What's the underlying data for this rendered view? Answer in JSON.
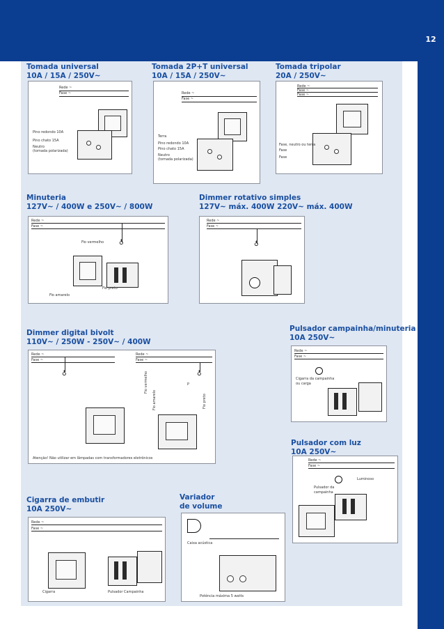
{
  "page": {
    "number": "12"
  },
  "sections": {
    "tomada_universal": {
      "title1": "Tomada universal",
      "title2": "10A / 15A / 250V~",
      "rede": "Rede ~",
      "fase": "Fase ~",
      "labels": [
        "Pino redondo 10A",
        "Pino chato 15A",
        "Neutro",
        "(tomada polarizada)"
      ]
    },
    "tomada_2pt": {
      "title1": "Tomada 2P+T universal",
      "title2": "10A / 15A / 250V~",
      "rede": "Rede ~",
      "fase": "Fase ~",
      "labels": [
        "Terra",
        "Pino redondo 10A",
        "Pino chato 15A",
        "Neutro",
        "(tomada polarizada)"
      ]
    },
    "tomada_tripolar": {
      "title1": "Tomada tripolar",
      "title2": "20A / 250V~",
      "rede": "Rede ~",
      "fase1": "Fase ~",
      "fase2": "Fase ~",
      "labels": [
        "Fase, neutro ou terra",
        "Fase",
        "Fase"
      ]
    },
    "minuteria": {
      "title1": "Minuteria",
      "title2": "127V~ / 400W e 250V~ / 800W",
      "rede": "Rede ~",
      "fase": "Fase ~",
      "labels": [
        "Fio vermelho",
        "Fio preto",
        "Fio amarelo"
      ]
    },
    "dimmer_rotativo": {
      "title1": "Dimmer rotativo simples",
      "title2": "127V~ máx. 400W 220V~ máx. 400W",
      "rede": "Rede ~",
      "fase": "Fase ~"
    },
    "dimmer_digital": {
      "title1": "Dimmer digital bivolt",
      "title2": "110V~ / 250W - 250V~ / 400W",
      "rede_a": "Rede ~",
      "fase_a": "Fase ~",
      "rede_b": "Rede ~",
      "fase_b": "Fase ~",
      "labels": [
        "Fio vermelho",
        "Fio amarelo",
        "Fio preto",
        "P"
      ],
      "note": "Atenção! Não utilizar em lâmpadas com transformadores eletrônicos"
    },
    "pulsador_campainha": {
      "title1": "Pulsador campainha/minuteria",
      "title2": "10A 250V~",
      "rede": "Rede ~",
      "fase": "Fase ~",
      "labels": [
        "Cigarra da campainha",
        "ou carga"
      ]
    },
    "pulsador_luz": {
      "title1": "Pulsador com luz",
      "title2": "10A 250V~",
      "rede": "Rede ~",
      "fase": "Fase ~",
      "labels": [
        "Luminoso",
        "Pulsador da",
        "campainha"
      ]
    },
    "cigarra": {
      "title1": "Cigarra de embutir",
      "title2": "10A 250V~",
      "rede": "Rede ~",
      "fase": "Fase ~",
      "labels": [
        "Cigarra",
        "Pulsador Campainha"
      ]
    },
    "variador": {
      "title1": "Variador",
      "title2": "de volume",
      "labels": [
        "Caixa acústica",
        "Potência máxima 5 watts"
      ]
    }
  }
}
